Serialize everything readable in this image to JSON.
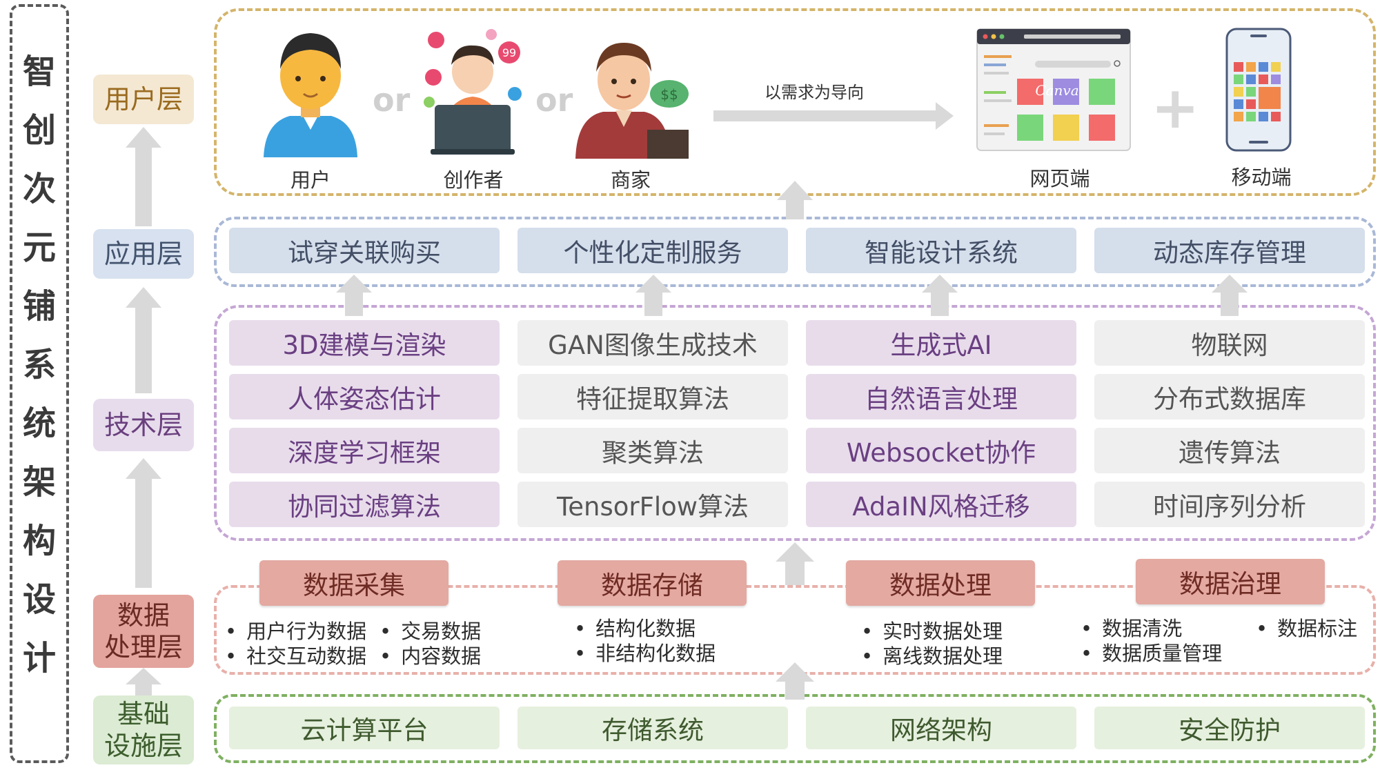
{
  "title": [
    "智",
    "创",
    "次",
    "元",
    "铺",
    "系",
    "统",
    "架",
    "构",
    "设",
    "计"
  ],
  "layers": {
    "user": "用户层",
    "app": "应用层",
    "tech": "技术层",
    "data": [
      "数据",
      "处理层"
    ],
    "infra": [
      "基础",
      "设施层"
    ]
  },
  "user_layer": {
    "actors": [
      "用户",
      "创作者",
      "商家"
    ],
    "or_text": "or",
    "arrow_label": "以需求为导向",
    "terminals": [
      "网页端",
      "移动端"
    ],
    "canva_logo_text": "Canva",
    "plus_symbol": "+",
    "badge_text": "99",
    "money_text": "$$"
  },
  "app_layer": [
    "试穿关联购买",
    "个性化定制服务",
    "智能设计系统",
    "动态库存管理"
  ],
  "tech_layer": {
    "columns": [
      [
        "3D建模与渲染",
        "人体姿态估计",
        "深度学习框架",
        "协同过滤算法"
      ],
      [
        "GAN图像生成技术",
        "特征提取算法",
        "聚类算法",
        "TensorFlow算法"
      ],
      [
        "生成式AI",
        "自然语言处理",
        "Websocket协作",
        "AdaIN风格迁移"
      ],
      [
        "物联网",
        "分布式数据库",
        "遗传算法",
        "时间序列分析"
      ]
    ]
  },
  "data_layer": {
    "headers": [
      "数据采集",
      "数据存储",
      "数据处理",
      "数据治理"
    ],
    "items": {
      "collect": [
        "用户行为数据",
        "交易数据",
        "社交互动数据",
        "内容数据"
      ],
      "store": [
        "结构化数据",
        "非结构化数据"
      ],
      "process": [
        "实时数据处理",
        "离线数据处理"
      ],
      "govern": [
        "数据清洗",
        "数据标注",
        "数据质量管理"
      ]
    }
  },
  "infra_layer": [
    "云计算平台",
    "存储系统",
    "网络架构",
    "安全防护"
  ],
  "colors": {
    "user": "#f4e8d3",
    "app": "#d5deeb",
    "tech_purple": "#e8dceb",
    "tech_grey": "#efefef",
    "data": "#e4a9a1",
    "infra": "#e6f0de",
    "arrow": "#d9d9d9"
  }
}
